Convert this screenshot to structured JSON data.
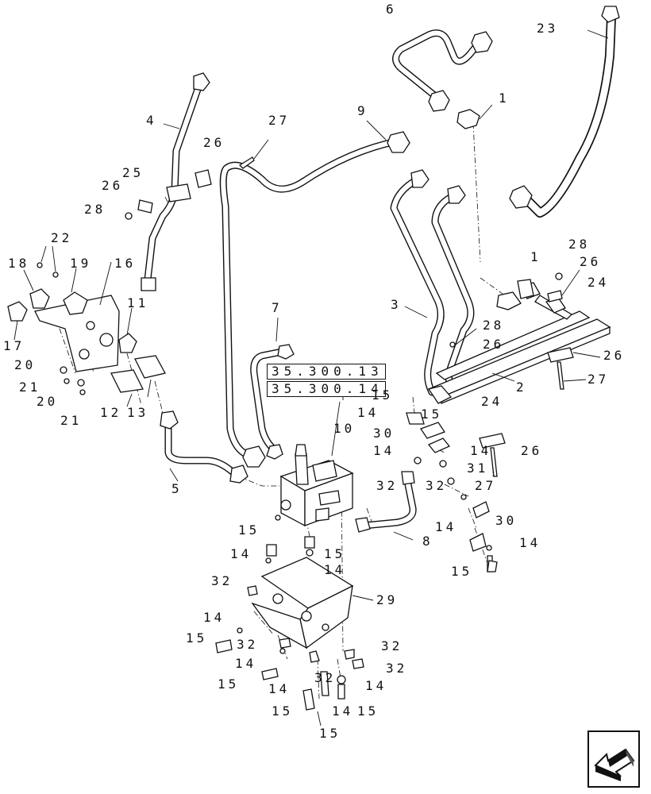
{
  "diagram": {
    "type": "exploded-parts-view",
    "callouts": {
      "c1a": "1",
      "c1b": "1",
      "c2": "2",
      "c3": "3",
      "c4": "4",
      "c5": "5",
      "c6": "6",
      "c7": "7",
      "c8": "8",
      "c9": "9",
      "c10": "10",
      "c11": "11",
      "c12": "12",
      "c13": "13",
      "c14a": "14",
      "c14b": "14",
      "c14c": "14",
      "c14d": "14",
      "c14e": "14",
      "c14f": "14",
      "c14g": "14",
      "c14h": "14",
      "c14i": "14",
      "c14j": "14",
      "c14k": "14",
      "c14l": "14",
      "c15a": "15",
      "c15b": "15",
      "c15c": "15",
      "c15d": "15",
      "c15e": "15",
      "c15f": "15",
      "c15g": "15",
      "c15h": "15",
      "c15i": "15",
      "c15j": "15",
      "c16": "16",
      "c17": "17",
      "c18": "18",
      "c19": "19",
      "c20a": "20",
      "c20b": "20",
      "c21a": "21",
      "c21b": "21",
      "c22": "22",
      "c23": "23",
      "c24a": "24",
      "c24b": "24",
      "c25": "25",
      "c26a": "26",
      "c26b": "26",
      "c26c": "26",
      "c26d": "26",
      "c26e": "26",
      "c26f": "26",
      "c27a": "27",
      "c27b": "27",
      "c27c": "27",
      "c28a": "28",
      "c28b": "28",
      "c28c": "28",
      "c29": "29",
      "c30a": "30",
      "c30b": "30",
      "c31": "31",
      "c32a": "32",
      "c32b": "32",
      "c32c": "32",
      "c32d": "32",
      "c32e": "32",
      "c32f": "32",
      "c32g": "32"
    },
    "references": [
      "35.300.13",
      "35.300.14"
    ],
    "nav_icon": "arrow-down-left-icon"
  }
}
